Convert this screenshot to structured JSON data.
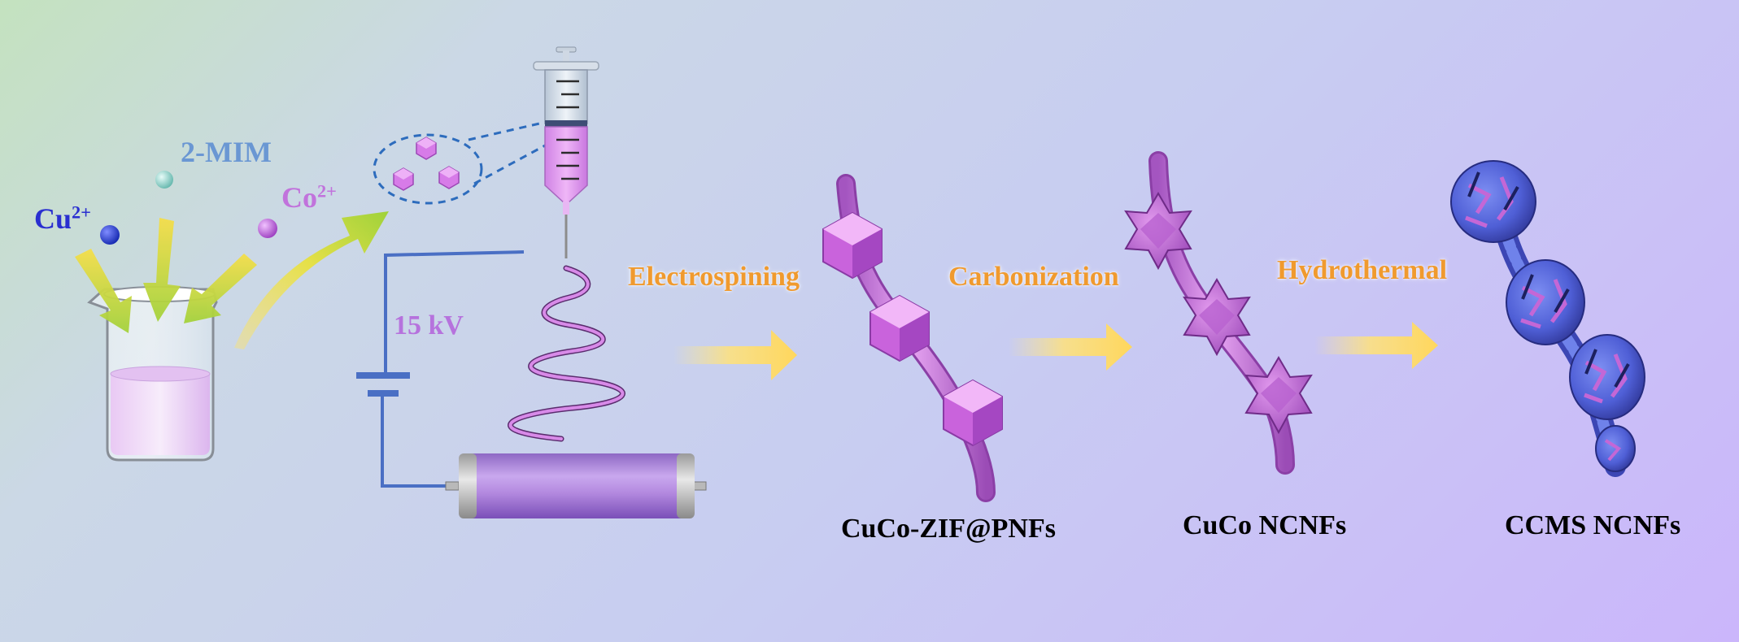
{
  "ions": {
    "cu_base": "Cu",
    "cu_charge": "2+",
    "mim": "2-MIM",
    "co_base": "Co",
    "co_charge": "2+"
  },
  "voltage": "15 kV",
  "steps": [
    "Electrospining",
    "Carbonization",
    "Hydrothermal"
  ],
  "products": [
    "CuCo-ZIF@PNFs",
    "CuCo NCNFs",
    "CCMS NCNFs"
  ],
  "colors": {
    "ion_cu": "#2a2fd0",
    "ion_mim": "#6a97d3",
    "ion_co": "#c173dc",
    "voltage": "#b672dd",
    "step_label": "#f09a2e",
    "product_label": "#000000",
    "wire": "#4a6fc4",
    "fiber_purple": "#cc77dd",
    "ccms_blue": "#5a6fe0"
  }
}
